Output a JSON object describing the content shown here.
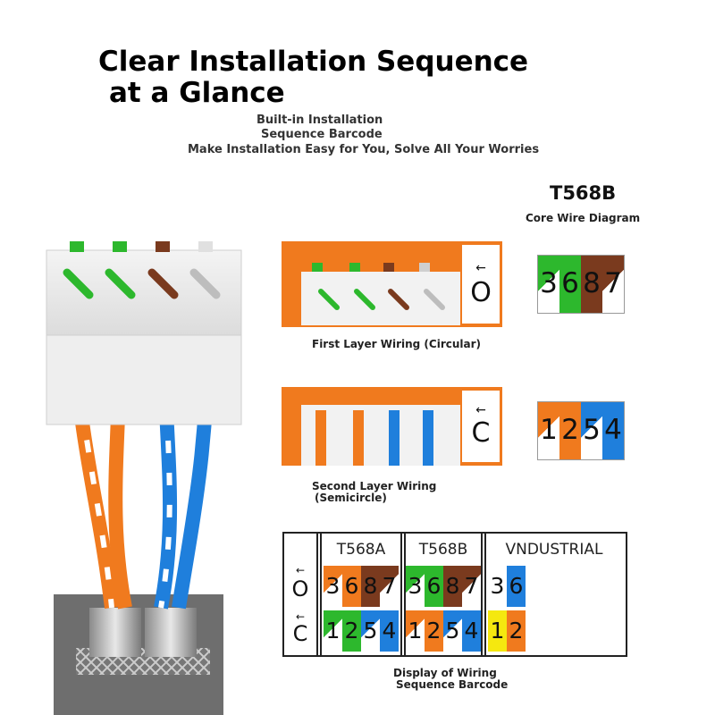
{
  "headline": {
    "line1": "Clear Installation Sequence",
    "line2": "at a Glance"
  },
  "subheading": {
    "line1": "Built-in Installation",
    "line2": "Sequence Barcode",
    "line3": "Make Installation Easy for You, Solve All Your Worries"
  },
  "diagram": {
    "title": "T568B",
    "subtitle": "Core Wire Diagram"
  },
  "first_layer": {
    "caption": "First Layer Wiring (Circular)",
    "symbol": "O",
    "digits": [
      "3",
      "6",
      "8",
      "7"
    ]
  },
  "second_layer": {
    "caption_line1": "Second Layer Wiring",
    "caption_line2": "(Semicircle)",
    "symbol": "C",
    "digits": [
      "1",
      "2",
      "5",
      "4"
    ]
  },
  "barcode": {
    "caption_line1": "Display of Wiring",
    "caption_line2": "Sequence Barcode",
    "row_symbols": [
      "O",
      "C"
    ],
    "columns": [
      {
        "header": "T568A",
        "top": [
          "3",
          "6",
          "8",
          "7"
        ],
        "bottom": [
          "1",
          "2",
          "5",
          "4"
        ]
      },
      {
        "header": "T568B",
        "top": [
          "3",
          "6",
          "8",
          "7"
        ],
        "bottom": [
          "1",
          "2",
          "5",
          "4"
        ]
      },
      {
        "header": "VNDUSTRIAL",
        "top": [
          "3",
          "6"
        ],
        "bottom": [
          "1",
          "2"
        ]
      }
    ]
  },
  "colors": {
    "orange": "#f07a1e",
    "green": "#2db82d",
    "brown": "#7a3a1e",
    "blue": "#1f7fdc",
    "yellow": "#f5e80f",
    "white": "#ffffff"
  }
}
